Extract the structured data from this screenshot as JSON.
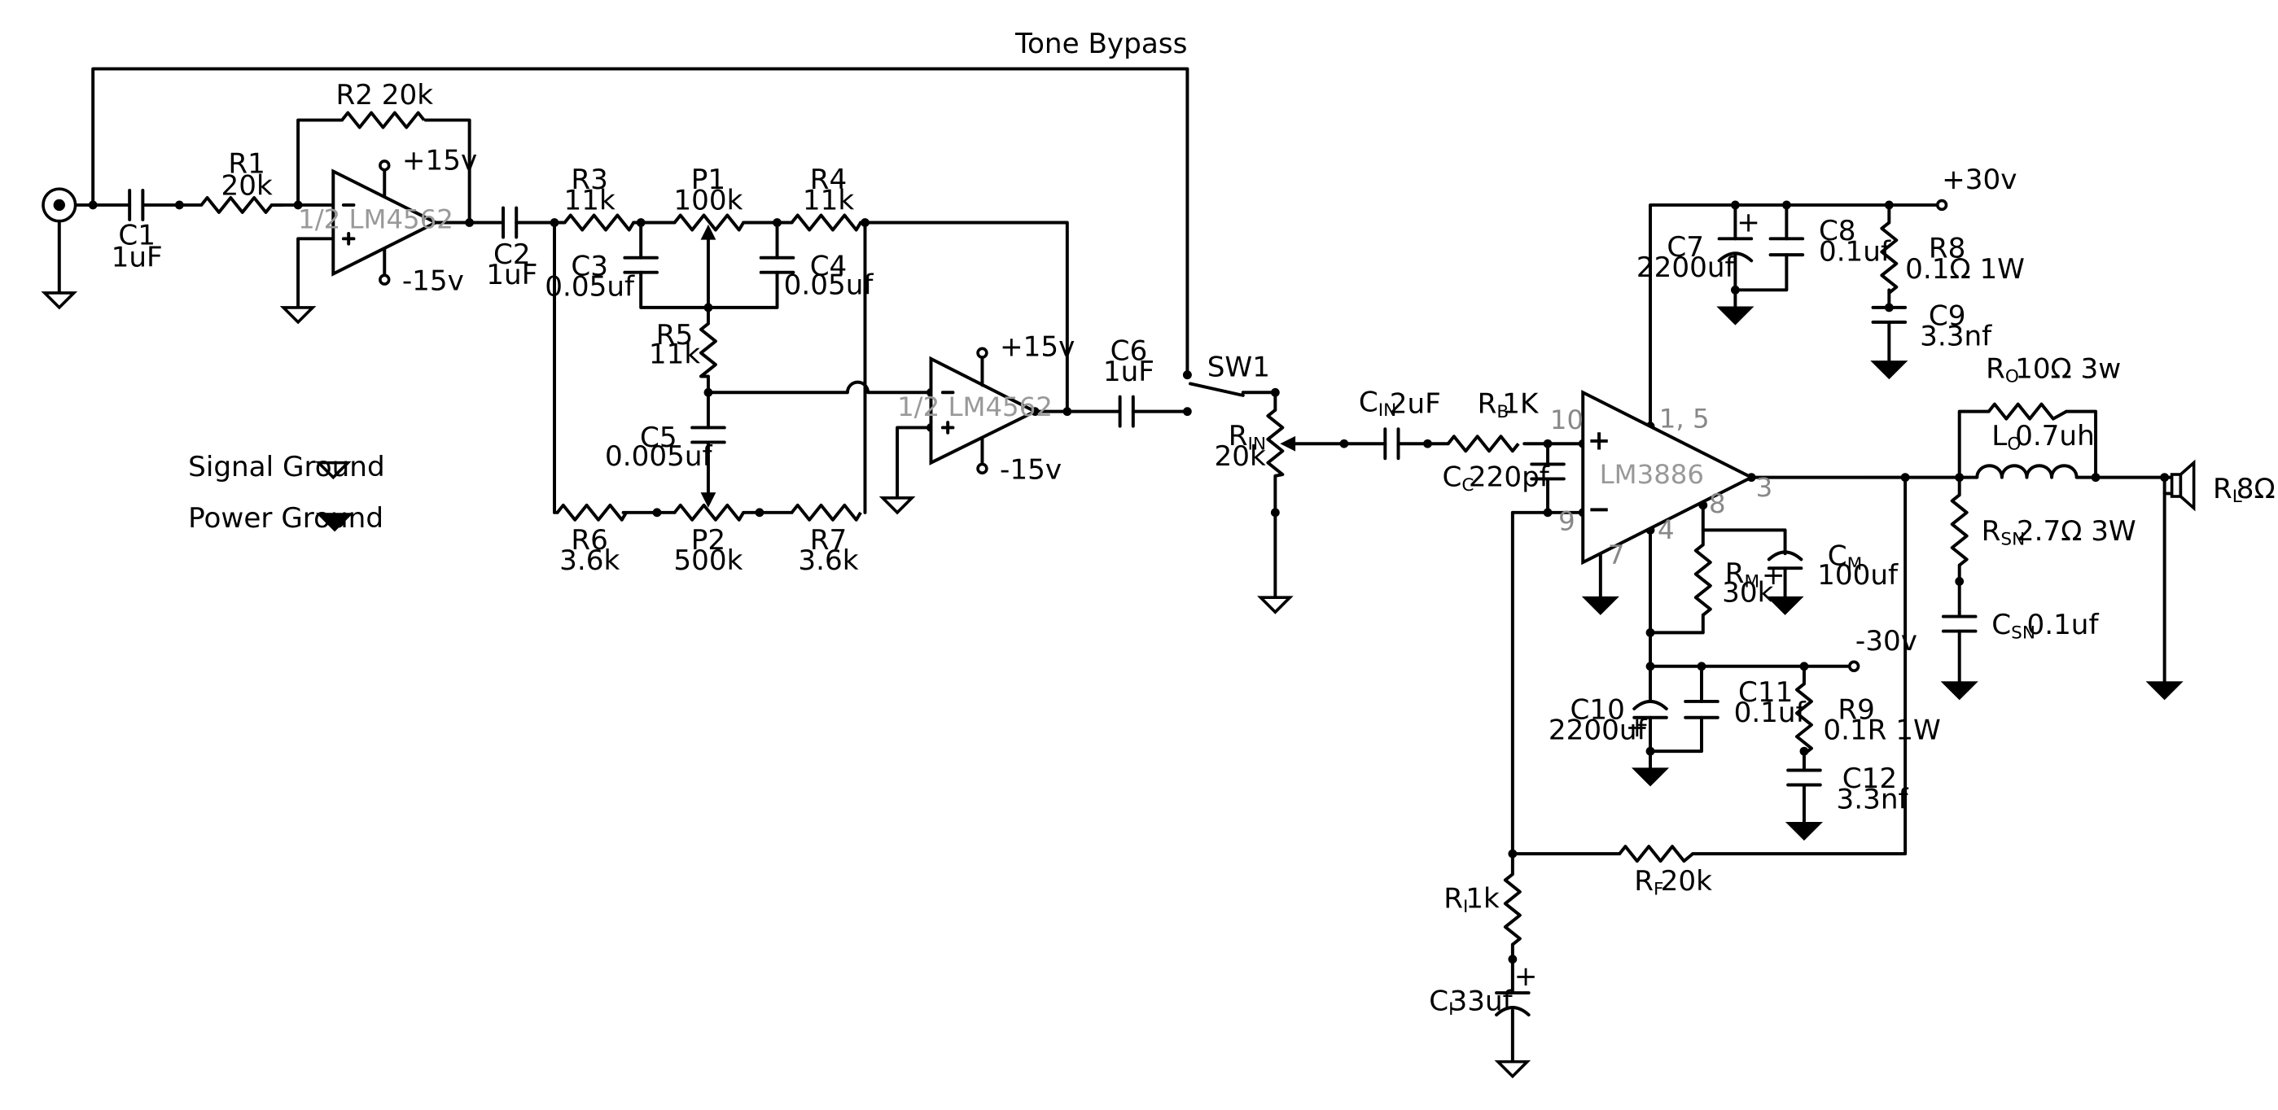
{
  "diagram": {
    "tone_bypass": "Tone Bypass",
    "legend": {
      "signal_ground": "Signal Ground",
      "power_ground": "Power Ground"
    },
    "components": {
      "C1": {
        "name": "C1",
        "value": "1uF"
      },
      "R1": {
        "name": "R1",
        "value": "20k"
      },
      "R2": {
        "name": "R2 20k"
      },
      "U1A": {
        "name": "1/2 LM4562",
        "vpos": "+15v",
        "vneg": "-15v"
      },
      "C2": {
        "name": "C2",
        "value": "1uF"
      },
      "R3": {
        "name": "R3",
        "value": "11k"
      },
      "P1": {
        "name": "P1",
        "value": "100k"
      },
      "R4": {
        "name": "R4",
        "value": "11k"
      },
      "C3": {
        "name": "C3",
        "value": "0.05uf"
      },
      "C4": {
        "name": "C4",
        "value": "0.05uf"
      },
      "R5": {
        "name": "R5",
        "value": "11k"
      },
      "C5": {
        "name": "C5",
        "value": "0.005uf"
      },
      "R6": {
        "name": "R6",
        "value": "3.6k"
      },
      "P2": {
        "name": "P2",
        "value": "500k"
      },
      "R7": {
        "name": "R7",
        "value": "3.6k"
      },
      "U1B": {
        "name": "1/2 LM4562",
        "vpos": "+15v",
        "vneg": "-15v"
      },
      "C6": {
        "name": "C6",
        "value": "1uF"
      },
      "SW1": {
        "name": "SW1"
      },
      "RIN": {
        "main": "R",
        "sub": "IN",
        "value": "20k"
      },
      "CIN": {
        "main": "C",
        "sub": "IN",
        "value": "2uF"
      },
      "RB": {
        "main": "R",
        "sub": "B",
        "value": "1K"
      },
      "CC": {
        "main": "C",
        "sub": "C",
        "value": "220pf"
      },
      "U2": {
        "name": "LM3886",
        "plus": "+",
        "minus": "−",
        "pin10": "10",
        "pin9": "9",
        "pin15": "1, 5",
        "pin3": "3",
        "pin8": "8",
        "pin4": "4",
        "pin7": "7"
      },
      "C7": {
        "name": "C7",
        "value": "2200uf"
      },
      "C8": {
        "name": "C8",
        "value": "0.1uf"
      },
      "R8": {
        "name": "R8",
        "value": "0.1Ω 1W"
      },
      "C9": {
        "name": "C9",
        "value": "3.3nf"
      },
      "VPOS": {
        "label": "+30v"
      },
      "VNEG": {
        "label": "-30v"
      },
      "RM": {
        "main": "R",
        "sub": "M",
        "value": "30k"
      },
      "CM": {
        "main": "C",
        "sub": "M",
        "value": "100uf"
      },
      "C10": {
        "name": "C10",
        "value": "2200uf"
      },
      "C11": {
        "name": "C11",
        "value": "0.1uf"
      },
      "R9": {
        "name": "R9",
        "value": "0.1R 1W"
      },
      "C12": {
        "name": "C12",
        "value": "3.3nf"
      },
      "RO": {
        "main": "R",
        "sub": "O",
        "value": "10Ω 3w"
      },
      "LO": {
        "main": "L",
        "sub": "O",
        "value": "0.7uh"
      },
      "RSN": {
        "main": "R",
        "sub": "SN",
        "value": "2.7Ω 3W"
      },
      "CSN": {
        "main": "C",
        "sub": "SN",
        "value": "0.1uf"
      },
      "RL": {
        "main": "R",
        "sub": "L",
        "value": "8Ω"
      },
      "RF": {
        "main": "R",
        "sub": "F",
        "value": "20k"
      },
      "RI": {
        "main": "R",
        "sub": "I",
        "value": "1k"
      },
      "CI": {
        "main": "C",
        "sub": "I",
        "value": "33uf"
      },
      "pol_plus": "+"
    }
  }
}
